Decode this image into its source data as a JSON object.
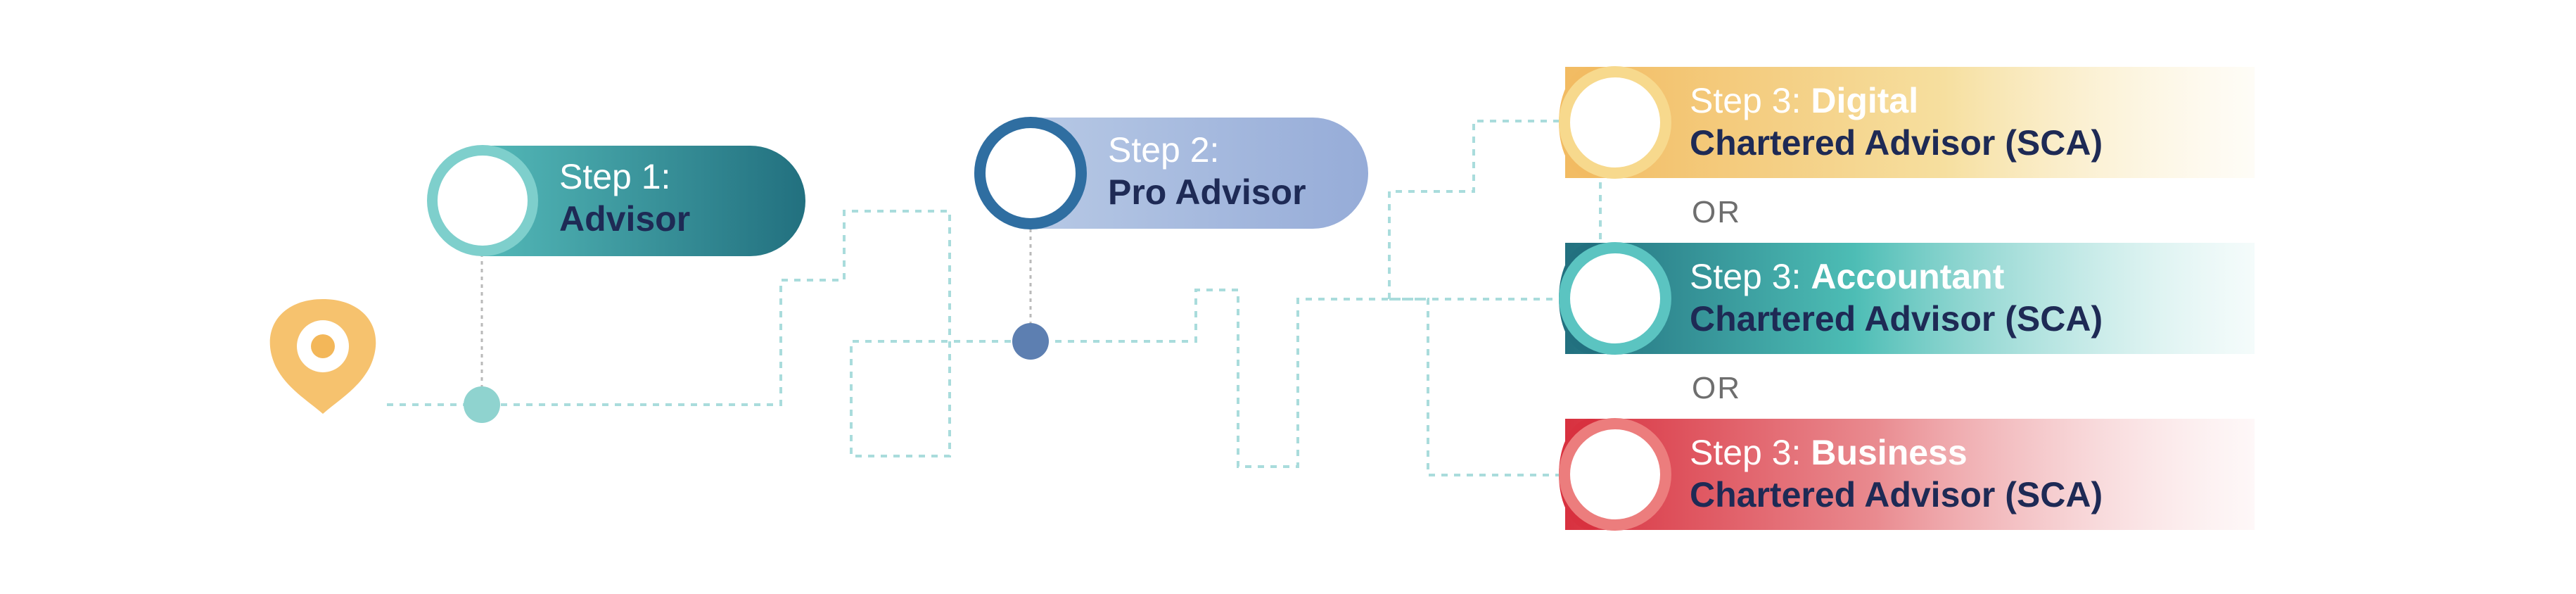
{
  "steps": {
    "step1": {
      "prefix": "Step 1:",
      "title": "Advisor"
    },
    "step2": {
      "prefix": "Step 2:",
      "title": "Pro Advisor"
    },
    "step3_digital": {
      "prefix": "Step 3: ",
      "track": "Digital",
      "title": "Chartered Advisor (SCA)"
    },
    "step3_accountant": {
      "prefix": "Step 3: ",
      "track": "Accountant",
      "title": "Chartered Advisor (SCA)"
    },
    "step3_business": {
      "prefix": "Step 3: ",
      "track": "Business",
      "title": "Chartered Advisor (SCA)"
    }
  },
  "separators": {
    "or_1": "OR",
    "or_2": "OR"
  },
  "icons": {
    "start": "location-pin-icon"
  },
  "colors": {
    "teal_light": "#5bc4c1",
    "teal_dark": "#22707f",
    "blue_light": "#b5c6e3",
    "blue_dark": "#2f6ea1",
    "gold": "#f5c46f",
    "red": "#d8313f",
    "navy_text": "#1e2a55",
    "path_dash": "#a9dcdc"
  }
}
